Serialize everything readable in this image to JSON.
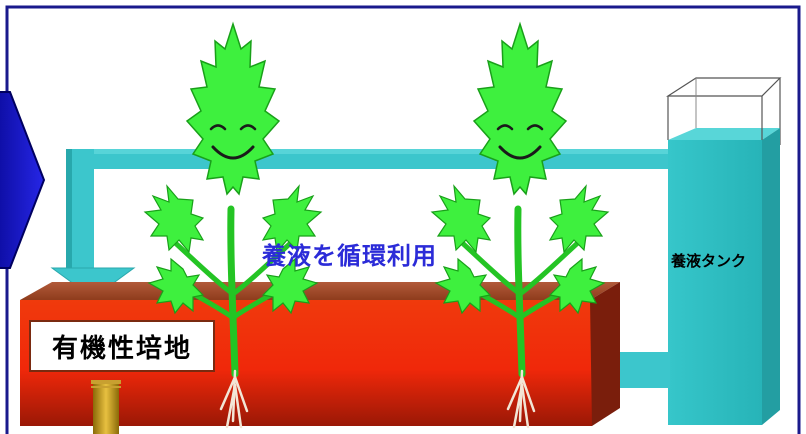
{
  "labels": {
    "circulation": "養液を循環利用",
    "tank": "養液タンク",
    "medium": "有機性培地"
  },
  "colors": {
    "frame": "#1a1a8c",
    "pipe": "#3cc6cc",
    "tank_liquid": "#2fc2c6",
    "bed_top": "#b0502c",
    "bed_front": "#f02a0a",
    "bed_side": "#7a2010",
    "leaf": "#3df03d",
    "leaf_outline": "#18a018",
    "stem": "#22c022",
    "label_blue": "#2b2bd8",
    "arrow_blue": "#1414c8"
  },
  "icons": {
    "left_arrow": "navigation-arrow-icon",
    "plant": "smiling-plant-icon",
    "tank": "nutrient-tank-icon",
    "pipe": "circulation-pipe-icon",
    "drain": "drain-pipe-icon"
  }
}
